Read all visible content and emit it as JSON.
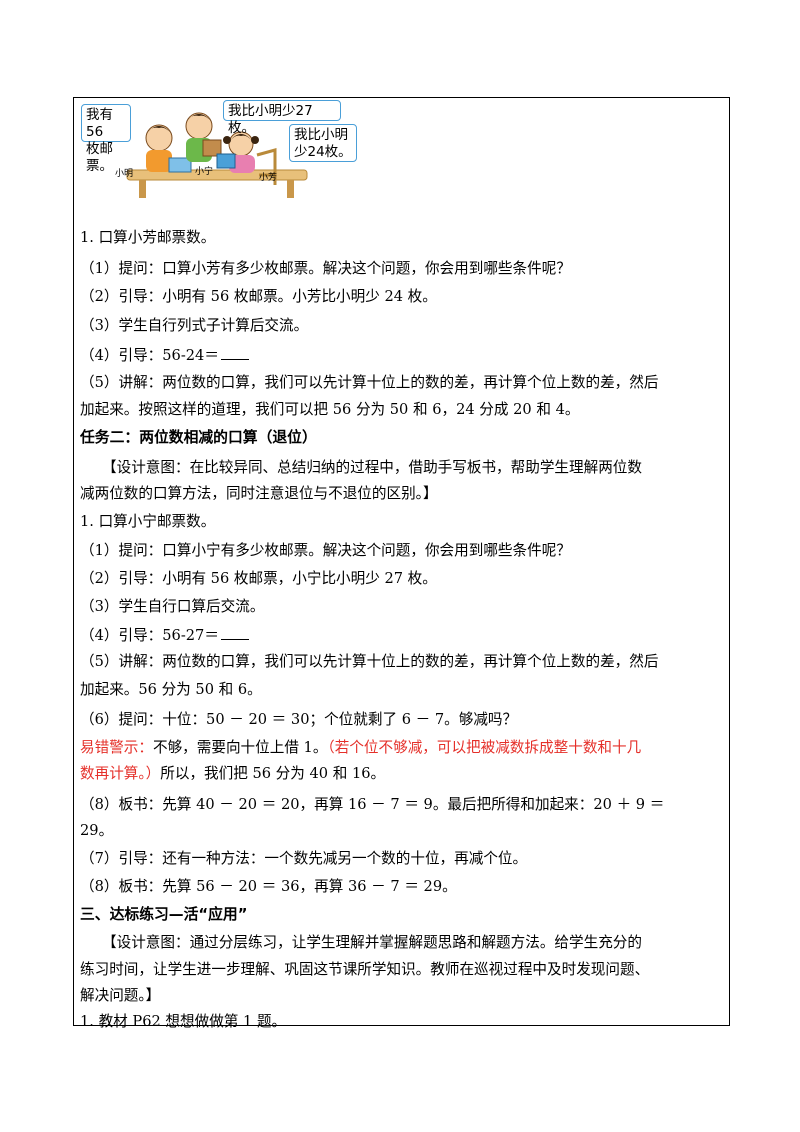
{
  "illustration": {
    "bubble_left": "我有56枚邮票。",
    "bubble_left_l1": "我有56",
    "bubble_left_l2": "枚邮票。",
    "bubble_top": "我比小明少27枚。",
    "bubble_right_l1": "我比小明",
    "bubble_right_l2": "少24枚。",
    "name_left": "小明",
    "name_mid": "小宁",
    "name_right": "小芳"
  },
  "lines": [
    "1. 口算小芳邮票数。",
    "（1）提问：口算小芳有多少枚邮票。解决这个问题，你会用到哪些条件呢？",
    "（2）引导：小明有 56 枚邮票。小芳比小明少 24 枚。",
    "（3）学生自行列式子计算后交流。",
    "（4）引导：56-24＝",
    "（5）讲解：两位数的口算，我们可以先计算十位上的数的差，再计算个位上数的差，然后",
    "加起来。按照这样的道理，我们可以把 56 分为 50 和 6，24 分成 20 和 4。",
    "任务二：两位数相减的口算（退位）",
    "【设计意图：在比较异同、总结归纳的过程中，借助手写板书，帮助学生理解两位数",
    "减两位数的口算方法，同时注意退位与不退位的区别。】",
    "1. 口算小宁邮票数。",
    "（1）提问：口算小宁有多少枚邮票。解决这个问题，你会用到哪些条件呢？",
    "（2）引导：小明有 56 枚邮票，小宁比小明少 27 枚。",
    "（3）学生自行口算后交流。",
    "（4）引导：56-27＝",
    "（5）讲解：两位数的口算，我们可以先计算十位上的数的差，再计算个位上数的差，然后",
    "加起来。56 分为 50 和 6。",
    "（6）提问：十位：50 － 20 ＝ 30；个位就剩了 6 － 7。够减吗？",
    "易错警示：",
    "不够，需要向十位上借 1。",
    "（若个位不够减，可以把被减数拆成整十数和十几",
    "数再计算。）",
    "所以，我们把 56 分为 40 和 16。",
    "（8）板书：先算 40 － 20 ＝ 20，再算 16 － 7 ＝ 9。最后把所得和加起来：20 ＋ 9 ＝",
    "29。",
    "（7）引导：还有一种方法：一个数先减另一个数的十位，再减个位。",
    "（8）板书：先算 56 － 20 ＝ 36，再算  36 － 7 ＝ 29。",
    "三、达标练习—活“应用”",
    "【设计意图：通过分层练习，让学生理解并掌握解题思路和解题方法。给学生充分的",
    "练习时间，让学生进一步理解、巩固这节课所学知识。教师在巡视过程中及时发现问题、",
    "解决问题。】",
    "1. 教材 P62 想想做做第 1 题。"
  ],
  "colors": {
    "warning_red": "#e5302a",
    "bubble_border": "#4a9fd8"
  }
}
